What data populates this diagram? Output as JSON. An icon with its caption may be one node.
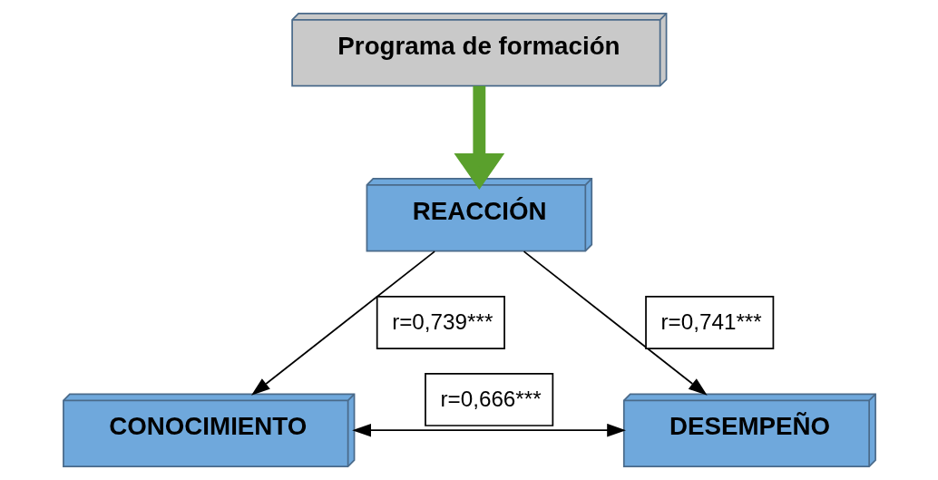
{
  "diagram": {
    "nodes": [
      {
        "text": [
          "Programa de formación"
        ]
      },
      {
        "text": [
          "REACCIÓN"
        ]
      },
      {
        "text": [
          "CONOCIMIENTO"
        ]
      },
      {
        "text": [
          "DESEMPEÑO"
        ]
      }
    ],
    "edges": [
      {
        "from": 0,
        "to": 1,
        "arrow": "to",
        "style": "thick",
        "color": "#5aa02c"
      },
      {
        "from": 1,
        "to": 2,
        "arrow": "to",
        "label": "r=0,739***"
      },
      {
        "from": 1,
        "to": 3,
        "arrow": "to",
        "label": "r=0,741***"
      },
      {
        "from": 2,
        "to": 3,
        "arrow": "both",
        "label": "r=0,666***"
      }
    ]
  }
}
